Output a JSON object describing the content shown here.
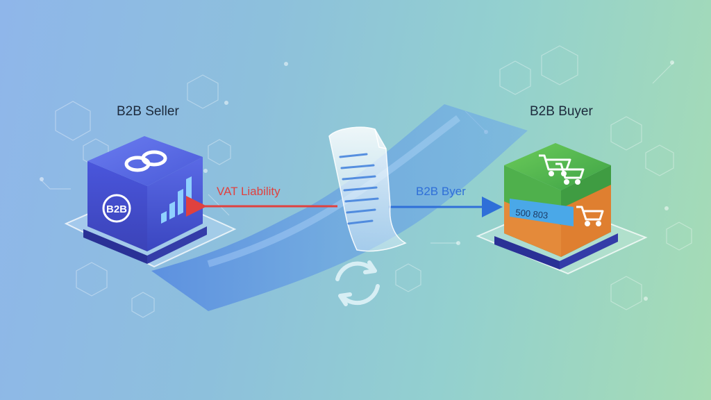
{
  "seller": {
    "title": "B2B Seller",
    "cube_logo_text": "B2B",
    "icons": [
      "chain-link-icon",
      "bar-chart-icon"
    ]
  },
  "buyer": {
    "title": "B2B Buyer",
    "cube_band_text": "500 803",
    "icons": [
      "shopping-cart-icon"
    ]
  },
  "flows": {
    "left_label": "VAT Liability",
    "right_label": "B2B Byer"
  },
  "center": {
    "icons": [
      "invoice-document-icon",
      "refresh-cycle-icon"
    ]
  },
  "colors": {
    "vat_arrow": "#e0413f",
    "buyer_arrow": "#2f6fd8",
    "seller_cube": "#4a56d8",
    "buyer_cube_green": "#4fb04c",
    "buyer_cube_orange": "#e48a3a",
    "buyer_band": "#4aa8e8"
  }
}
